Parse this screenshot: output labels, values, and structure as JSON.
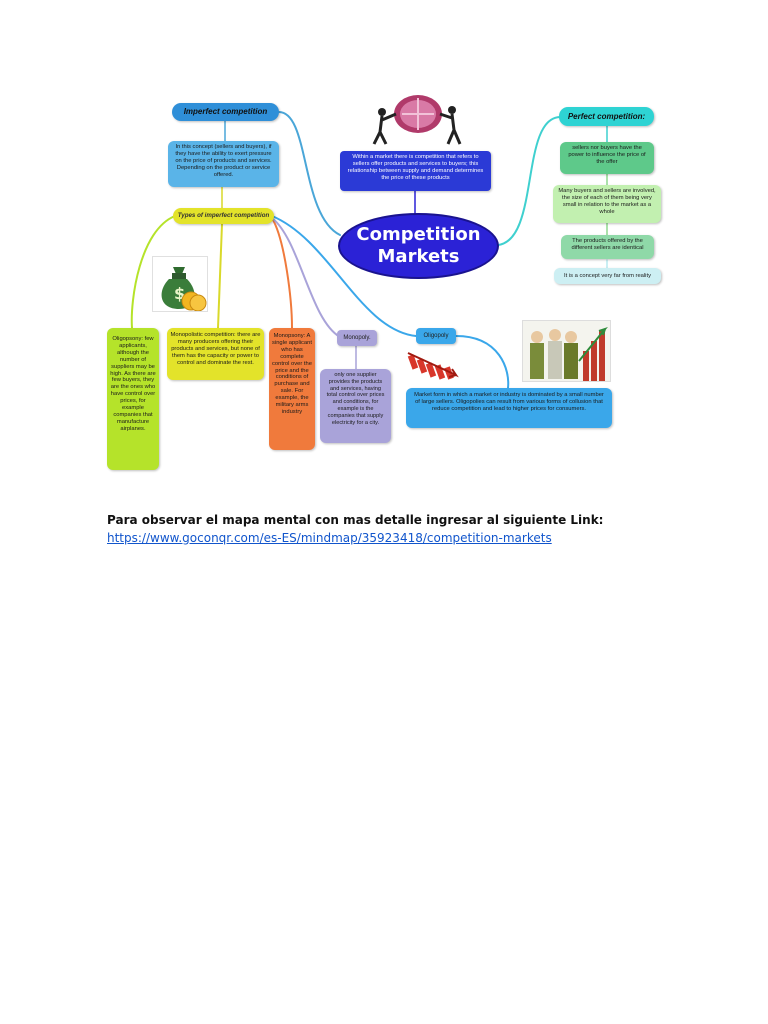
{
  "mindmap": {
    "central": {
      "line1": "Competition",
      "line2": "Markets"
    },
    "central_desc": "Within a market there is competition that refers to sellers offer products and services to buyers; this relationship between supply and demand determines the price of these products",
    "imperfect": {
      "title": "Imperfect competition",
      "desc": "In this concept (sellers and buyers), if they have the ability to exert pressure on the price of products and services. Depending on the product or service offered.",
      "types_title": "Types of imperfect competition",
      "oligopsony": "Oligopsony: few applicants, although the number of suppliers may be high. As there are few buyers, they are the ones who have control over prices, for example companies that manufacture airplanes.",
      "monopolistic": "Monopolistic competition: there are many producers offering their products and services, but none of them has the capacity or power to control and dominate the rest.",
      "monopsony": "Monopsony: A single applicant who has complete control over the price and the conditions of purchase and sale. For example, the military arms industry",
      "monopoly_title": "Monopoly.",
      "monopoly": "only one supplier provides the products and services, having total control over prices and conditions, for example is the companies that supply electricity for a city.",
      "oligopoly_title": "Oligopoly",
      "oligopoly": "Market form in which a market or industry is dominated by a small number of large sellers. Oligopolies can result from various forms of collusion that reduce competition and lead to higher prices for consumers."
    },
    "perfect": {
      "title": "Perfect competition:",
      "items": [
        "sellers nor buyers have the power to influence the price of the offer",
        "Many buyers and sellers are involved, the size of each of them being very small in relation to the market as a whole",
        "The products offered by the different sellers are identical",
        "It is a concept very far from reality"
      ]
    },
    "colors": {
      "central": "#2b22d6",
      "imperfect": "#2f8fd8",
      "perfect": "#2ed3d3",
      "types": "#e3e32a",
      "oligopsony": "#b5e32a",
      "monopsony": "#f07a3c",
      "monopoly": "#a9a3d9",
      "oligopoly": "#3aa7ea"
    },
    "icons": [
      "handshake-globe-picture",
      "money-bag-picture",
      "falling-chart-picture",
      "business-people-chart-picture"
    ]
  },
  "footer": {
    "caption": "Para observar el mapa mental con mas detalle ingresar al siguiente Link:",
    "link": "https://www.goconqr.com/es-ES/mindmap/35923418/competition-markets"
  }
}
